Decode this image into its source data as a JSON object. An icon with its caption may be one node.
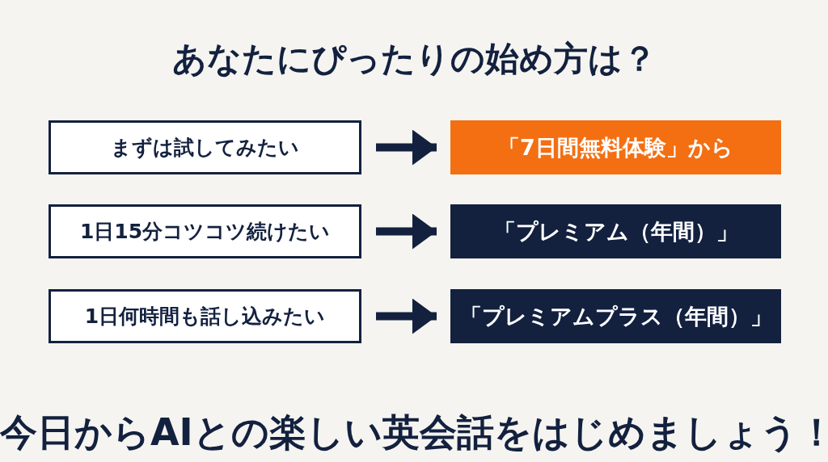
{
  "diagram": {
    "title": "あなたにぴったりの始め方は？",
    "nodes": [
      {
        "text": [
          "まずは試してみたい"
        ]
      },
      {
        "text": [
          "「7日間無料体験」から"
        ]
      },
      {
        "text": [
          "1日15分コツコツ続けたい"
        ]
      },
      {
        "text": [
          "「プレミアム（年間）」"
        ]
      },
      {
        "text": [
          "1日何時間も話し込みたい"
        ]
      },
      {
        "text": [
          "「プレミアムプラス（年間）」"
        ]
      }
    ],
    "edges": [
      {
        "from": 0,
        "to": 1,
        "arrow": "to"
      },
      {
        "from": 2,
        "to": 3,
        "arrow": "to"
      },
      {
        "from": 4,
        "to": 5,
        "arrow": "to"
      }
    ],
    "caption": "今日から**AI**との楽しい英会話をはじめましょう！"
  }
}
